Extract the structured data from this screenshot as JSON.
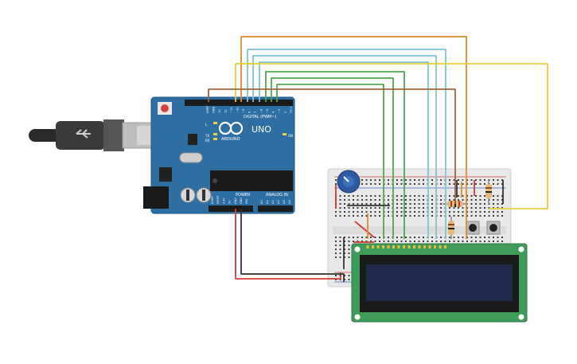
{
  "arduino": {
    "brand": "UNO",
    "maker": "ARDUINO",
    "header_digital": "DIGITAL (PWM~)",
    "header_power": "POWER",
    "header_analog": "ANALOG IN",
    "label_aref": "AREF",
    "label_gnd": "GND",
    "label_tx": "TX",
    "label_rx": "RX",
    "label_l": "L",
    "label_on": "ON",
    "analog_pins": [
      "A0",
      "A1",
      "A2",
      "A3",
      "A4",
      "A5"
    ],
    "digital_pins": [
      "13",
      "12",
      "~11",
      "~10",
      "~9",
      "8",
      "7",
      "~6",
      "~5",
      "4",
      "~3",
      "2",
      "TX 1",
      "RX 0"
    ],
    "power_pins": [
      "IOREF",
      "RESET",
      "3.3V",
      "5V",
      "GND",
      "GND",
      "VIN"
    ]
  },
  "colors": {
    "board": "#2e6fa3",
    "board_dark": "#1f5685",
    "breadboard": "#e9e9e9",
    "lcd_pcb": "#3f9b5a",
    "lcd_screen": "#1f2a4d",
    "wire_orange": "#e08a2c",
    "wire_cyan": "#7fc3d6",
    "wire_green": "#4ea84c",
    "wire_brown": "#a0643a",
    "wire_yellow": "#e8cc3a",
    "wire_red": "#d23b2f",
    "wire_black": "#333333"
  }
}
